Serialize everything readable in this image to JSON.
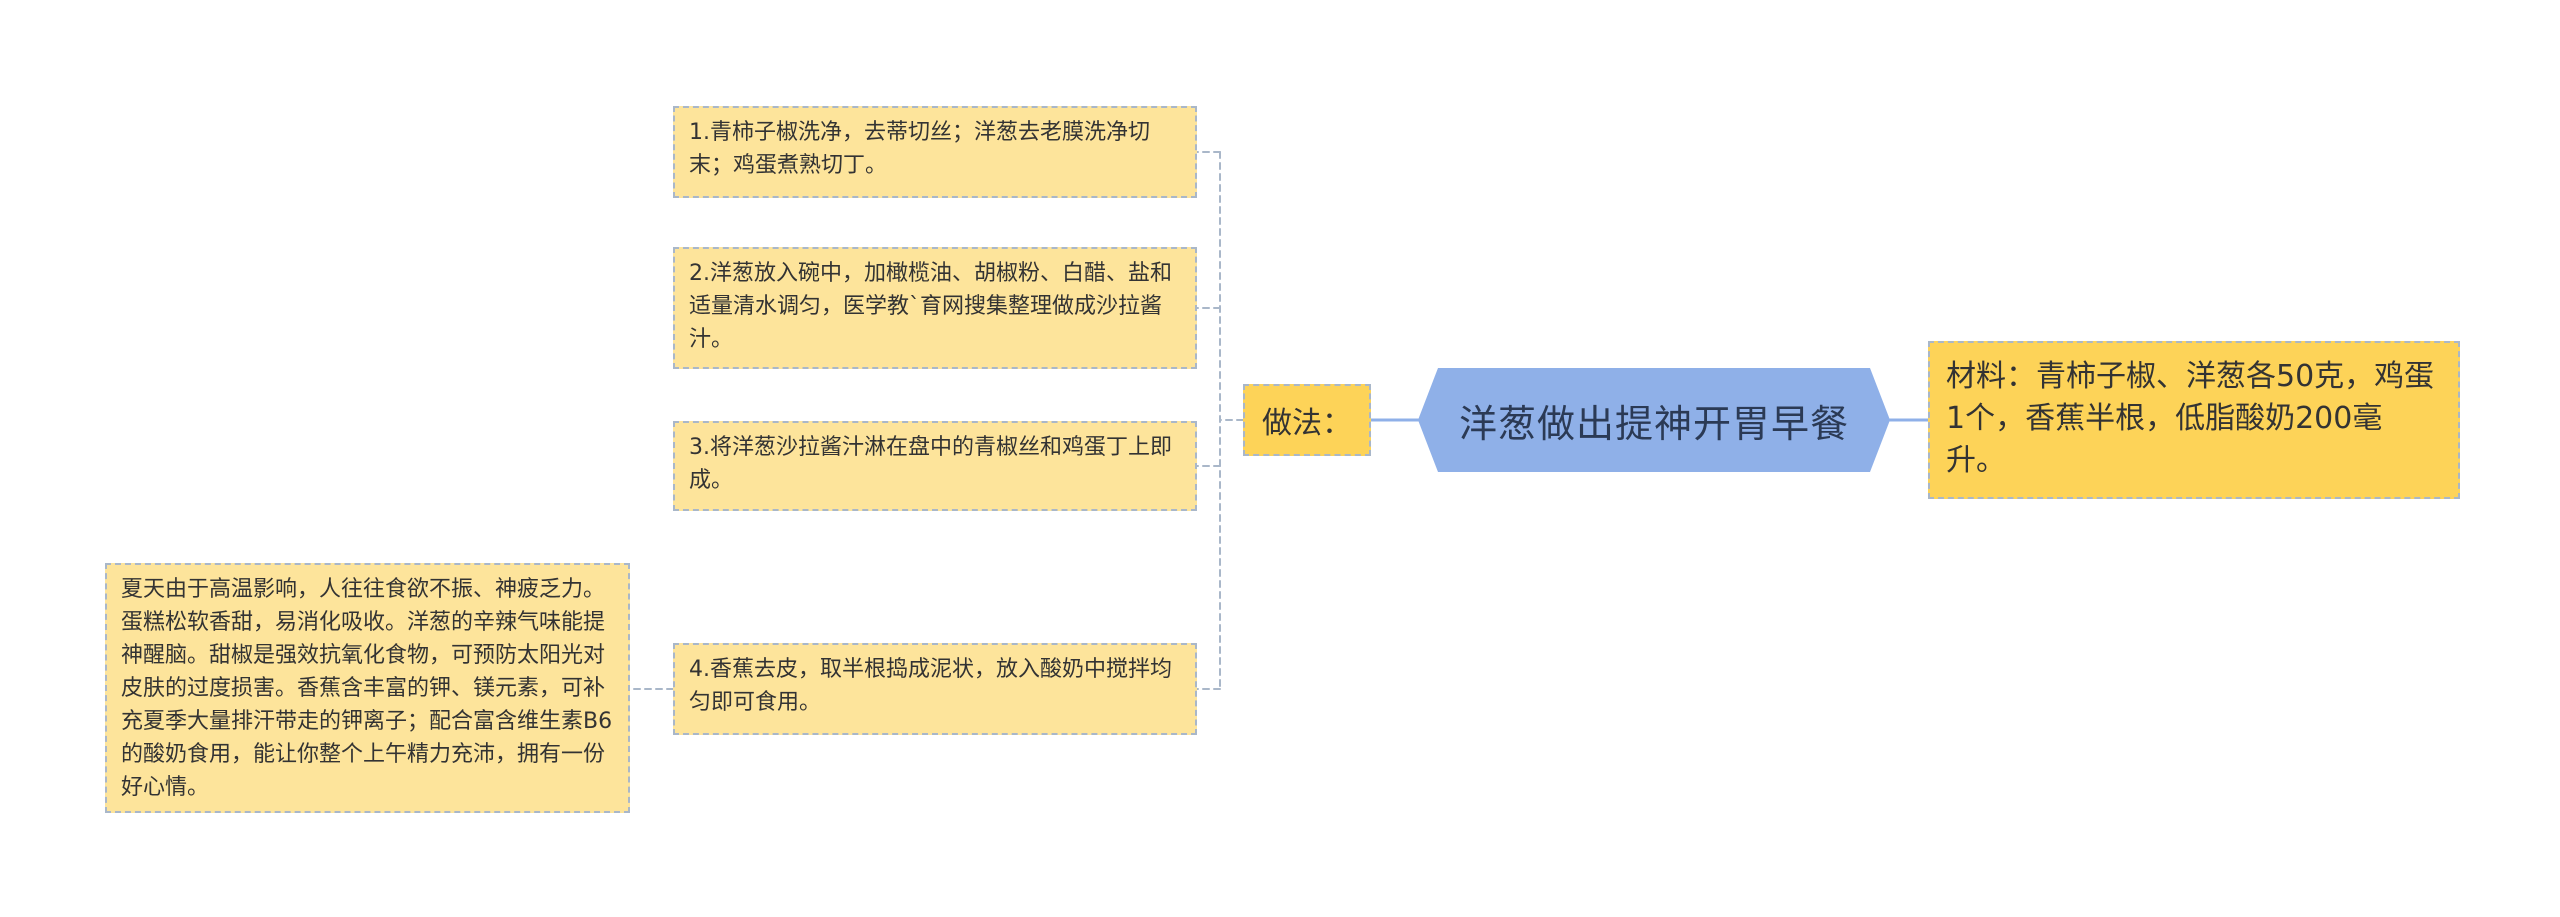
{
  "mindmap": {
    "root": {
      "label": "洋葱做出提神开胃早餐"
    },
    "materials": {
      "label": "材料：青柿子椒、洋葱各50克，鸡蛋1个，香蕉半根，低脂酸奶200毫升。"
    },
    "method": {
      "label": "做法：",
      "steps": [
        {
          "label": "1.青柿子椒洗净，去蒂切丝；洋葱去老膜洗净切末；鸡蛋煮熟切丁。"
        },
        {
          "label": "2.洋葱放入碗中，加橄榄油、胡椒粉、白醋、盐和适量清水调匀，医学教`育网搜集整理做成沙拉酱汁。"
        },
        {
          "label": "3.将洋葱沙拉酱汁淋在盘中的青椒丝和鸡蛋丁上即成。"
        },
        {
          "label": "4.香蕉去皮，取半根捣成泥状，放入酸奶中搅拌均匀即可食用。"
        }
      ]
    },
    "note": {
      "label": "夏天由于高温影响，人往往食欲不振、神疲乏力。蛋糕松软香甜，易消化吸收。洋葱的辛辣气味能提神醒脑。甜椒是强效抗氧化食物，可预防太阳光对皮肤的过度损害。香蕉含丰富的钾、镁元素，可补充夏季大量排汗带走的钾离子；配合富含维生素B6的酸奶食用，能让你整个上午精力充沛，拥有一份好心情。"
    }
  }
}
